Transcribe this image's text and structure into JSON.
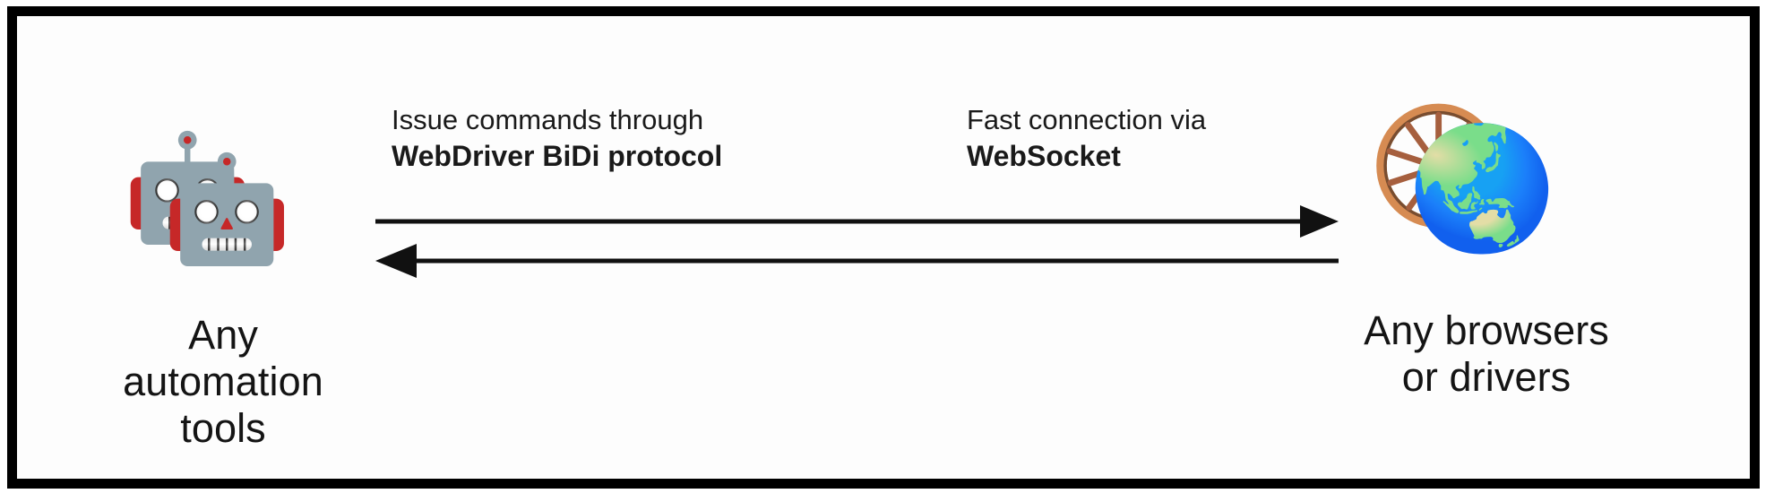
{
  "diagram": {
    "title_hidden": "",
    "border_color": "#000000",
    "background_color": "#ffffff",
    "text_color": "#1a1a1a",
    "arrow_color": "#111111"
  },
  "left_node": {
    "icons": [
      {
        "name": "robot-icon-back",
        "glyph": "🤖"
      },
      {
        "name": "robot-icon-front",
        "glyph": "🤖"
      }
    ],
    "caption_lines": [
      "Any",
      "automation",
      "tools"
    ]
  },
  "right_node": {
    "icons": [
      {
        "name": "wheel-icon",
        "glyph": "🛞"
      },
      {
        "name": "globe-icon",
        "glyph": "🌏"
      }
    ],
    "caption_lines": [
      "Any browsers",
      "or drivers"
    ]
  },
  "annotations": [
    {
      "name": "commands-annotation",
      "line1": "Issue commands through",
      "line2": "WebDriver BiDi protocol"
    },
    {
      "name": "connection-annotation",
      "line1": "Fast connection via",
      "line2": "WebSocket"
    }
  ],
  "connectors": [
    {
      "name": "arrow-to-browser",
      "direction": "right"
    },
    {
      "name": "arrow-to-automation",
      "direction": "left"
    }
  ]
}
